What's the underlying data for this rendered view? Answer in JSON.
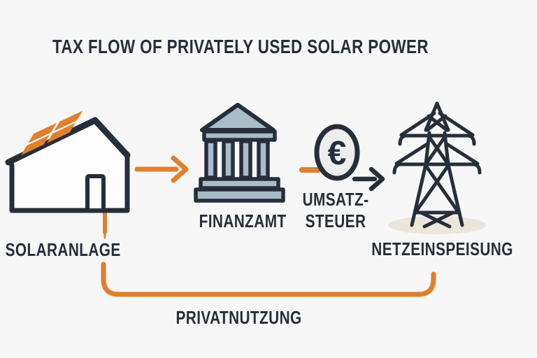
{
  "title": "TAX FLOW OF PRIVATELY USED SOLAR POWER",
  "colors": {
    "background": "#f7f7f8",
    "ink": "#262e3a",
    "orange": "#e07f2c",
    "bank_fill": "#a9bcc8",
    "coin_fill": "#eeeeef",
    "ground_shadow": "#ece5db",
    "house_fill": "#fdfdfd",
    "panel_orange": "#e0802d"
  },
  "nodes": {
    "solaranlage": {
      "label": "SOLARANLAGE",
      "icon": "house-with-solar-panels-icon"
    },
    "finanzamt": {
      "label": "FINANZAMT",
      "icon": "bank-building-icon"
    },
    "umsatzsteuer": {
      "label_line1": "UMSATZ-",
      "label_line2": "STEUER",
      "icon": "euro-coin-icon",
      "coin_symbol": "€"
    },
    "netzeinspeisung": {
      "label": "NETZEINSPEISUNG",
      "icon": "power-pylon-icon"
    }
  },
  "flows": {
    "solar_to_finanzamt": {
      "type": "orange-arrow"
    },
    "finanzamt_to_umsatzsteuer": {
      "type": "orange-dash"
    },
    "umsatzsteuer_to_netz": {
      "type": "dark-arrow"
    },
    "solar_drop": {
      "type": "orange-line"
    },
    "privatnutzung": {
      "label": "PRIVATNUTZUNG",
      "type": "orange-bracket"
    }
  }
}
